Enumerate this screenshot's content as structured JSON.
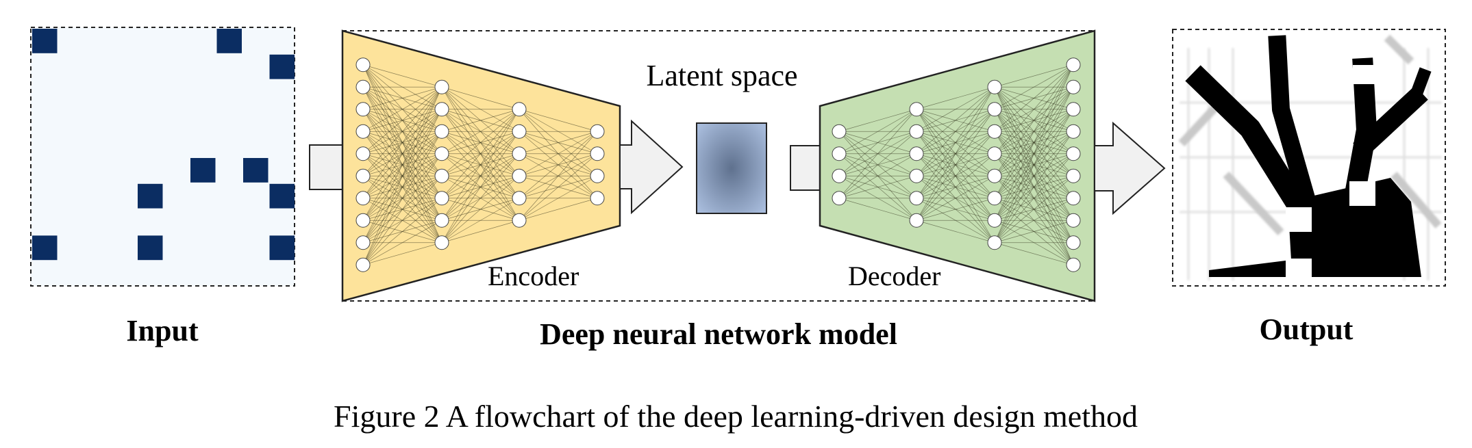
{
  "figure": {
    "caption": "Figure 2 A flowchart of the deep learning-driven design method"
  },
  "labels": {
    "input": "Input",
    "model": "Deep neural network model",
    "output": "Output",
    "latent": "Latent space",
    "encoder": "Encoder",
    "decoder": "Decoder"
  },
  "colors": {
    "input_bg": "#f4f9fd",
    "input_cell": "#0b2d62",
    "encoder_fill": "#fde39b",
    "decoder_fill": "#c5dfb2",
    "latent_center": "#5f718e",
    "latent_edge": "#a8bcdc",
    "arrow_fill": "#f1f1f1",
    "node_fill": "#ffffff"
  },
  "input_grid": {
    "rows": 10,
    "cols": 10,
    "filled_cells": [
      [
        0,
        0
      ],
      [
        0,
        7
      ],
      [
        1,
        9
      ],
      [
        5,
        6
      ],
      [
        5,
        8
      ],
      [
        6,
        4
      ],
      [
        6,
        9
      ],
      [
        8,
        0
      ],
      [
        8,
        4
      ],
      [
        8,
        9
      ]
    ]
  },
  "encoder_layers": [
    10,
    8,
    6,
    4
  ],
  "decoder_layers": [
    4,
    6,
    8,
    10
  ]
}
